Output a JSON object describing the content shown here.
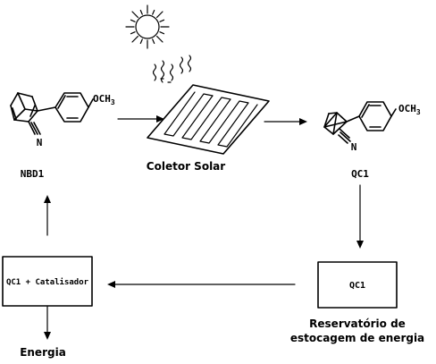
{
  "nbd": {
    "name": "NBD1",
    "substituent": "OCH",
    "substituent_sub": "3",
    "n_atom": "N"
  },
  "qc": {
    "name": "QC1",
    "substituent": "OCH",
    "substituent_sub": "3",
    "n_atom": "N"
  },
  "collector": {
    "label": "Coletor Solar"
  },
  "storage": {
    "box_label": "QC1",
    "caption_line1": "Reservatório de",
    "caption_line2": "estocagem de energia"
  },
  "catalyst": {
    "box_label": "QC1 + Catalisador"
  },
  "output": {
    "label": "Energia"
  },
  "icons": {
    "sun": "sun-icon",
    "rays": "heat-waves-icon",
    "collector": "solar-collector-icon"
  }
}
